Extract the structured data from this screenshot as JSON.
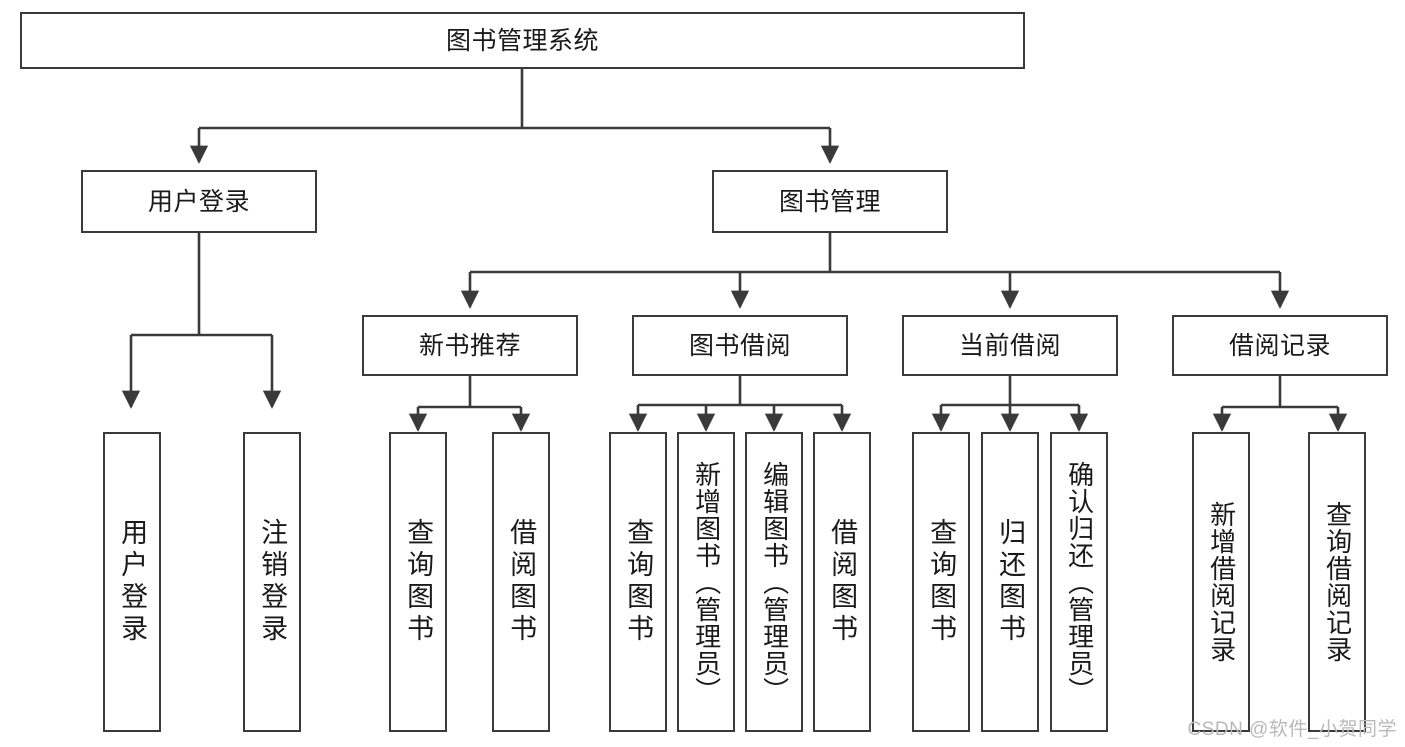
{
  "diagram": {
    "title": "图书管理系统",
    "type": "tree-hierarchy-diagram",
    "root": {
      "label": "图书管理系统"
    },
    "level2": [
      {
        "label": "用户登录"
      },
      {
        "label": "图书管理"
      }
    ],
    "level3": [
      {
        "label": "新书推荐"
      },
      {
        "label": "图书借阅"
      },
      {
        "label": "当前借阅"
      },
      {
        "label": "借阅记录"
      }
    ],
    "leaves": {
      "user_login": [
        {
          "label": "用户登录"
        },
        {
          "label": "注销登录"
        }
      ],
      "new_book_recommend": [
        {
          "label": "查询图书"
        },
        {
          "label": "借阅图书"
        }
      ],
      "book_borrow": [
        {
          "label": "查询图书"
        },
        {
          "label": "新增图书（管理员）"
        },
        {
          "label": "编辑图书（管理员）"
        },
        {
          "label": "借阅图书"
        }
      ],
      "current_borrow": [
        {
          "label": "查询图书"
        },
        {
          "label": "归还图书"
        },
        {
          "label": "确认归还（管理员）"
        }
      ],
      "borrow_record": [
        {
          "label": "新增借阅记录"
        },
        {
          "label": "查询借阅记录"
        }
      ]
    }
  },
  "watermark": {
    "text": "CSDN @软件_小贺同学"
  },
  "colors": {
    "stroke": "#3a3a3a",
    "box_fill": "#ffffff",
    "text": "#1a1a1a",
    "watermark": "#b9b9b9"
  }
}
